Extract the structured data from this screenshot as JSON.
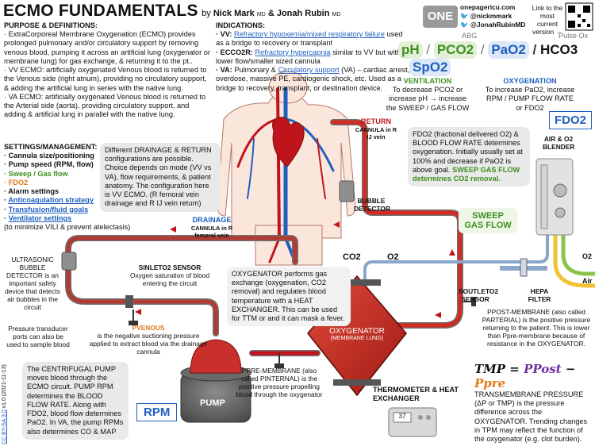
{
  "header": {
    "title": "ECMO FUNDAMENTALS",
    "by": "by",
    "author1": "Nick Mark",
    "author1_suffix": "MD",
    "amp": "&",
    "author2": "Jonah Rubin",
    "author2_suffix": "MD",
    "logo_text": "ONE",
    "site": "onepagericu.com",
    "twitter1": "@nickmmark",
    "twitter2": "@JonahRubinMD",
    "link_note": "Link to the most current version →"
  },
  "purpose": {
    "heading": "PURPOSE & DEFINITIONS:",
    "p1": "· ExtraCorporeal Membrane Oxygenation (ECMO) provides prolonged pulmonary and/or circulatory support by removing venous blood, pumping it across an artificial lung (oxygenator or membrane lung) for gas exchange, & returning it to the pt..",
    "p2": "· VV ECMO: artificially oxygenated Venous blood is returned to the Venous side (right atrium), providing no circulatory support, & adding the artificial lung in series with the native lung.",
    "p3": "· VA ECMO: artificially oxygenated Venous blood is returned to the Arterial side (aorta), providing circulatory support, and adding & artificial lung in parallel with the native lung."
  },
  "settings": {
    "heading": "SETTINGS/MANAGEMENT:",
    "items": [
      "Cannula size/positioning",
      "Pump speed (RPM, flow)",
      "Sweep / Gas flow",
      "FDO2",
      "Alarm settings",
      "Anticoagulation strategy",
      "Transfusion/fluid goals",
      "Ventilator settings"
    ],
    "note": "(to minimize VILI & prevent atelectasis)"
  },
  "indications": {
    "heading": "INDICATIONS:",
    "vv_label": "· VV:",
    "vv_link": "Refractory hypoxemia/mixed respiratory failure",
    "vv_rest": "used as a bridge to recovery or transplant",
    "eccor_label": "· ECCO2R:",
    "eccor_link": "Refractory hypercapnia",
    "eccor_rest": "similar to VV but with lower flow/smaller sized cannula",
    "va_label": "· VA:",
    "va_text": "Pulmonary &",
    "va_link": "Circulatory support",
    "va_rest": "(VA) – cardiac arrest, overdose, massive PE, cardiogenic shock, etc. Used as a bridge to recovery, transplant, or destination device."
  },
  "abg": {
    "abg_label": "ABG",
    "pulseox_label": "Pulse Ox",
    "ph": "pH",
    "pco2": "PCO2",
    "pao2": "PaO2",
    "hco3": "HCO3",
    "spo2": "SpO2",
    "vent_heading": "VENTILATION",
    "vent_text": "To decrease PCO2 or increase pH → increase the SWEEP / GAS FLOW",
    "oxy_heading": "OXYGENATION",
    "oxy_text": "To increase PaO2, increase RPM / PUMP FLOW RATE or FDO2"
  },
  "fdo2": {
    "badge": "FDO2",
    "text1": "FDO2 (fractional delivered O2) & BLOOD FLOW RATE determines oxygenation. Initially usually set at 100% and decrease if PaO2 is above goal.",
    "text2": "SWEEP GAS FLOW determines CO2 removal."
  },
  "blender": {
    "label": "AIR & O2 BLENDER",
    "o2": "O2",
    "air": "Air",
    "sweep": "SWEEP GAS FLOW",
    "hepa": "HEPA FILTER"
  },
  "config": {
    "text": "Different DRAINAGE & RETURN configurations are possible. Choice depends on mode (VV vs VA), flow requirements, & patient anatomy. The configuration here is VV ECMO. (R femoral vein drainage and R IJ vein return)"
  },
  "cannula": {
    "return_label": "RETURN",
    "return_sub": "CANNULA in R IJ vein",
    "drainage_label": "DRAINAGE",
    "drainage_sub": "CANNULA in R femoral vein",
    "bubble_detector": "BUBBLE DETECTOR"
  },
  "circuit": {
    "ultrasonic": "ULTRASONIC BUBBLE DETECTOR is an important safety device that detects air bubbles in the circuit",
    "sinlet_title": "SINLETO2 SENSOR",
    "sinlet_text": "Oxygen saturation of blood entering the circuit",
    "transducer": "Pressure transducer ports can also be used to sample blood",
    "pvenous_title": "PVENOUS",
    "pvenous_text": "is the negative suctioning pressure applied to extract blood via the drainage cannula",
    "oxygenator_text": "OXYGENATOR performs gas exchange (oxygenation, CO2 removal) and regulates blood temperature with a HEAT EXCHANGER. This can be used for TTM or and it can mask a fever.",
    "co2": "CO2",
    "o2": "O2",
    "oxygenator_label": "OXYGENATOR",
    "oxygenator_sub": "(MEMBRANE LUNG)",
    "soutlet": "SOUTLETO2 SENSOR",
    "ppost_text": "PPOST-MEMBRANE (also called PARTERIAL) is the positive pressure returning to the patient. This is lower than Ppre-membrane because of resistance in the OXYGENATOR.",
    "ppre_text": "PPRE-MEMBRANE (also called PINTERNAL) is the positive pressure propelling blood through the oxygenator",
    "thermometer": "THERMOMETER & HEAT EXCHANGER",
    "thermo_value": "37",
    "pump_label": "PUMP",
    "rpm_badge": "RPM",
    "pump_text": "The CENTRIFUGAL PUMP moves blood through the ECMO circuit. PUMP RPM determines the BLOOD FLOW RATE. Along with FDO2, blood flow determines PaO2. In VA, the pump RPMs also determines CO & MAP"
  },
  "tmp": {
    "formula_lhs": "TMP",
    "formula_p1": "PPost",
    "formula_p2": "Ppre",
    "text": "TRANSMEMBRANE PRESSURE (ΔP or TMP) is the pressure difference across the OXYGENATOR. Trending changes in TPM may reflect the function of the oxygenator (e.g. clot burden)."
  },
  "footer": {
    "license": "CC BY-SA 3.0",
    "version": "v1.0 (2021-11-13)"
  },
  "colors": {
    "red": "#c0141c",
    "blue": "#1f5fbf",
    "green": "#3e8f1f",
    "purple": "#6b2fa3",
    "orange": "#e07a1a",
    "gray_box": "#e9e9e9"
  }
}
